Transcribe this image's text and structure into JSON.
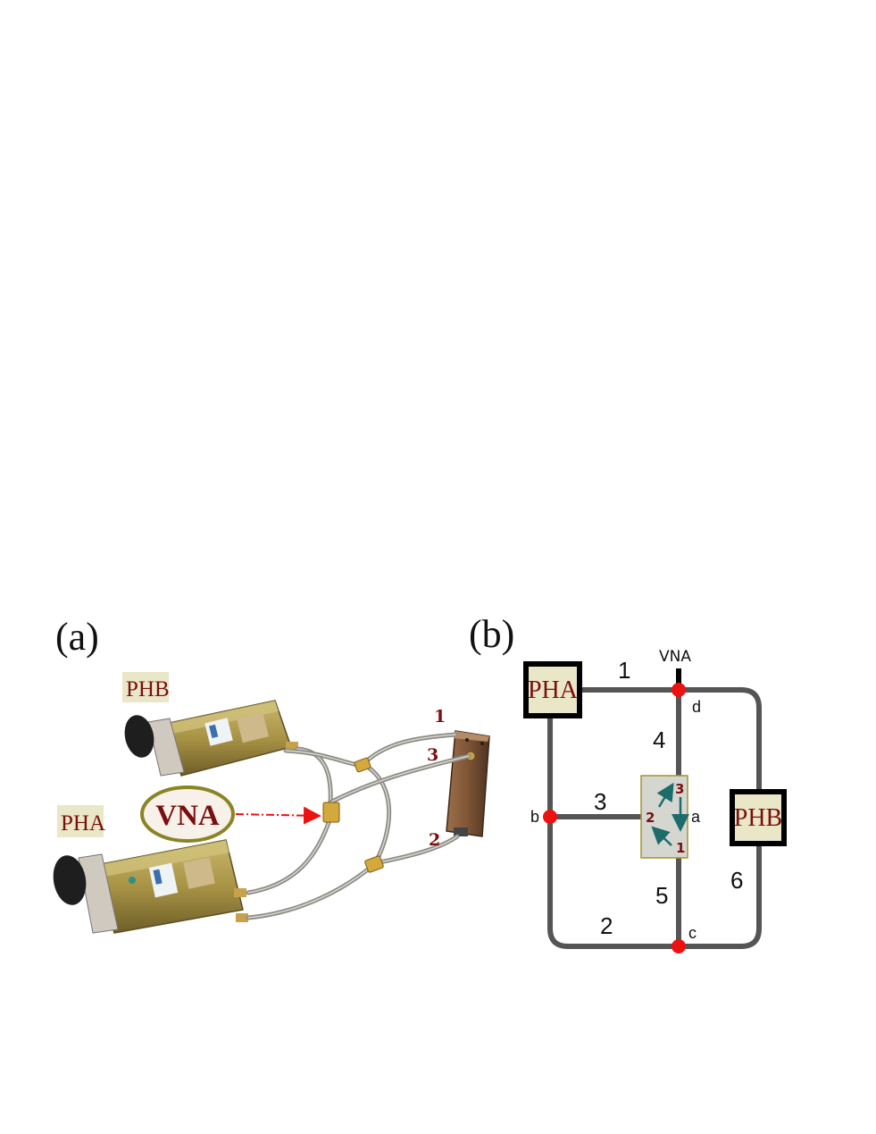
{
  "panel_a": {
    "label": "(a)",
    "phb_tag": "PHB",
    "pha_tag": "PHA",
    "vna_label": "VNA",
    "port_1": "1",
    "port_2": "2",
    "port_3": "3"
  },
  "panel_b": {
    "label": "(b)",
    "vna_label": "VNA",
    "pha_box": "PHA",
    "phb_box": "PHB",
    "edges": {
      "e1": "1",
      "e2": "2",
      "e3": "3",
      "e4": "4",
      "e5": "5",
      "e6": "6"
    },
    "nodes": {
      "a": "a",
      "b": "b",
      "c": "c",
      "d": "d"
    },
    "circulator_ports": {
      "p1": "1",
      "p2": "2",
      "p3": "3"
    }
  },
  "colors": {
    "node_red": "#ee1111",
    "wire_gray": "#555555",
    "label_dark_red": "#7a0f0f",
    "circulator_arrow": "#1e6b6b",
    "tag_background": "#eae6c8"
  }
}
